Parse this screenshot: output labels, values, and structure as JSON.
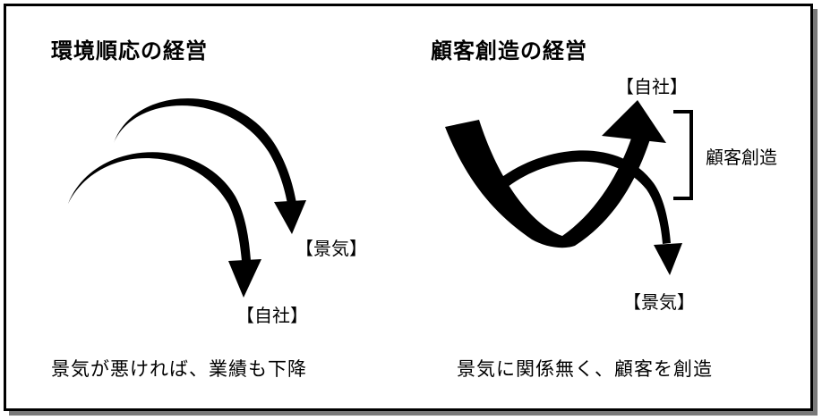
{
  "left_panel": {
    "title": "環境順応の経営",
    "label_economy": "【景気】",
    "label_company": "【自社】",
    "caption": "景気が悪ければ、業績も下降"
  },
  "right_panel": {
    "title": "顧客創造の経営",
    "label_company": "【自社】",
    "label_creation": "顧客創造",
    "label_economy": "【景気】",
    "caption": "景気に関係無く、顧客を創造"
  }
}
